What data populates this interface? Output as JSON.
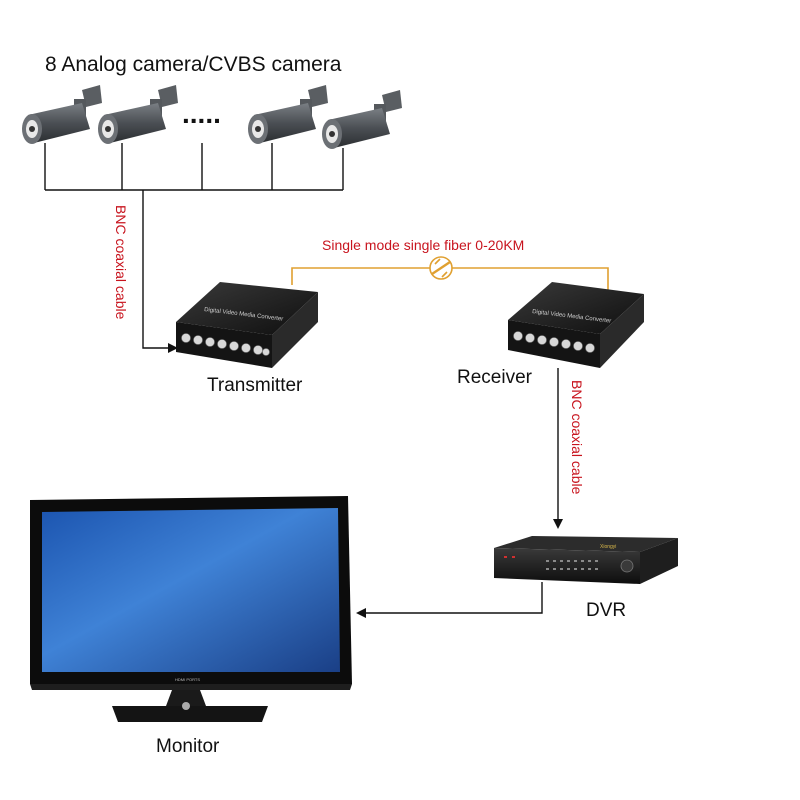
{
  "title": "8 Analog camera/CVBS camera",
  "ellipsis": ".....",
  "devices": {
    "transmitter": "Transmitter",
    "receiver": "Receiver",
    "dvr": "DVR",
    "monitor": "Monitor",
    "converter_panel_text": "Digital Video Media Converter",
    "dvr_brand": "Xiongyi",
    "monitor_bezel_text": "HDMI PORTS"
  },
  "cables": {
    "bnc_left": "BNC coaxial cable",
    "bnc_right": "BNC coaxial cable",
    "fiber": "Single mode single fiber 0-20KM"
  },
  "colors": {
    "cable_black": "#111111",
    "fiber_orange": "#e0a030",
    "label_red": "#c8141e",
    "device_black": "#1a1a1a",
    "screen_blue": "#2f6cc0"
  },
  "icons": {
    "fiber": "fiber-connector-icon",
    "camera": "bullet-camera-icon"
  }
}
